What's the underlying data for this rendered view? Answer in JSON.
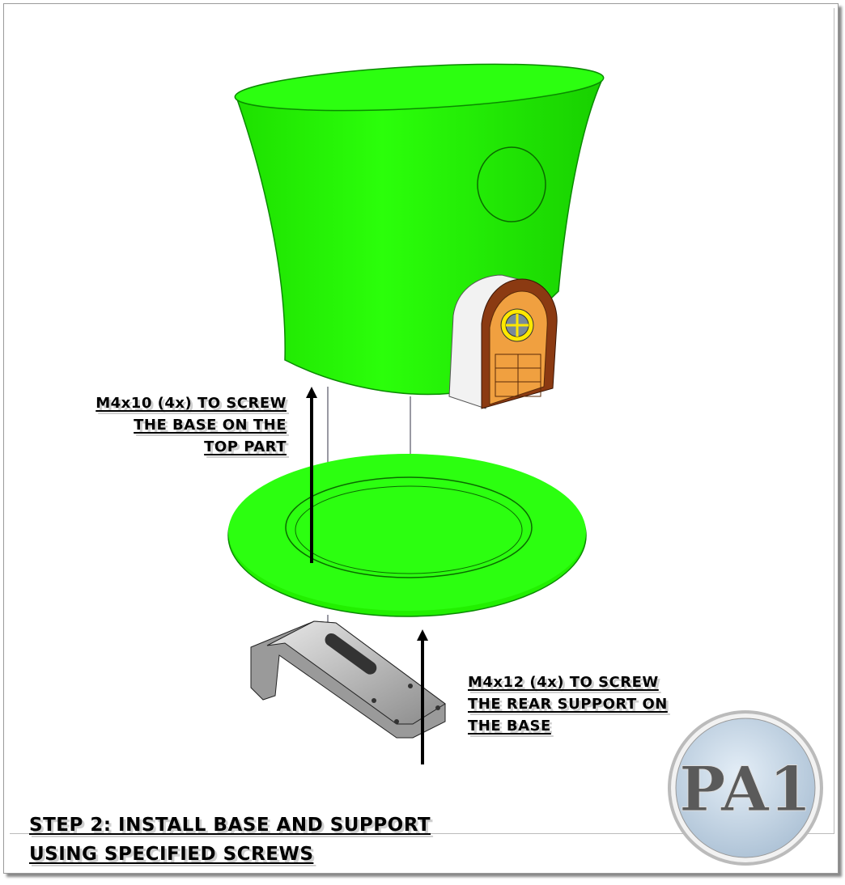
{
  "labels": {
    "top_screws": [
      "M4x10 (4x) TO SCREW",
      "THE BASE ON THE",
      "TOP PART"
    ],
    "rear_screws": [
      "M4x12 (4x) TO SCREW",
      "THE REAR SUPPORT ON",
      "THE BASE"
    ],
    "step": [
      "STEP 2: INSTALL BASE AND SUPPORT",
      "USING SPECIFIED SCREWS"
    ]
  },
  "logo": {
    "text": "PA1"
  },
  "colors": {
    "part_green": "#22ff00",
    "door_brown": "#8b3a12",
    "door_orange": "#f0a040",
    "bracket_gray": "#a9a9a9"
  }
}
